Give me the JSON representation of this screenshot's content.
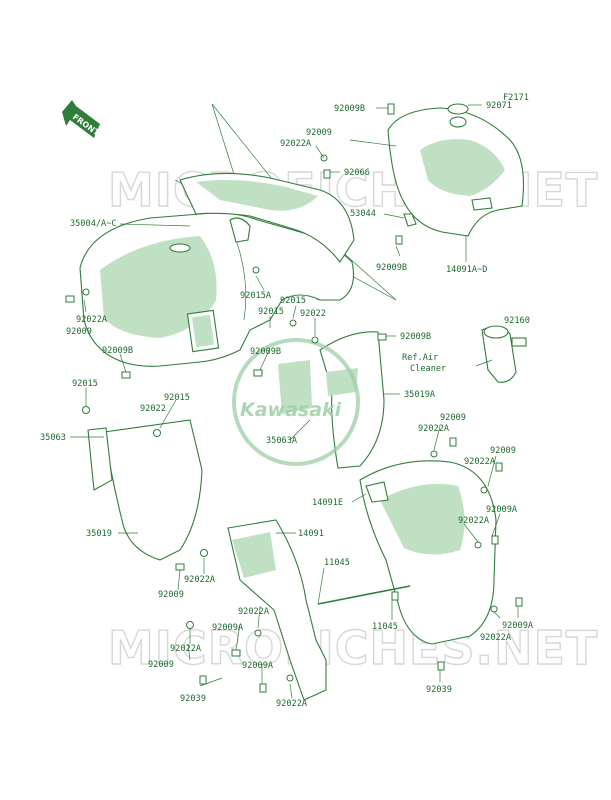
{
  "figure_code": "F2171",
  "front_label": "FRONT",
  "logo_text": "Kawasaki",
  "watermark": "MICROFICHES.NET",
  "colors": {
    "accent": "#2f7d3a",
    "fill": "#bfe0c3"
  },
  "labels": [
    {
      "id": "92009B_top",
      "text": "92009B"
    },
    {
      "id": "92071",
      "text": "92071"
    },
    {
      "id": "92009_a",
      "text": "92009"
    },
    {
      "id": "92022A_a",
      "text": "92022A"
    },
    {
      "id": "92066",
      "text": "92066"
    },
    {
      "id": "53044",
      "text": "53044"
    },
    {
      "id": "35004",
      "text": "35004/A~C"
    },
    {
      "id": "92009B_b",
      "text": "92009B"
    },
    {
      "id": "14091A",
      "text": "14091A~D"
    },
    {
      "id": "92022A_b",
      "text": "92022A"
    },
    {
      "id": "92009_b",
      "text": "92009"
    },
    {
      "id": "92015A",
      "text": "92015A"
    },
    {
      "id": "92015_a",
      "text": "92015"
    },
    {
      "id": "92015_b",
      "text": "92015"
    },
    {
      "id": "92022_a",
      "text": "92022"
    },
    {
      "id": "92009B_c",
      "text": "92009B"
    },
    {
      "id": "92160",
      "text": "92160"
    },
    {
      "id": "92009B_d",
      "text": "92009B"
    },
    {
      "id": "92009B_e",
      "text": "92009B"
    },
    {
      "id": "ref_air_1",
      "text": "Ref.Air"
    },
    {
      "id": "ref_air_2",
      "text": "Cleaner"
    },
    {
      "id": "92015_c",
      "text": "92015"
    },
    {
      "id": "92015_d",
      "text": "92015"
    },
    {
      "id": "92022_b",
      "text": "92022"
    },
    {
      "id": "35019A",
      "text": "35019A"
    },
    {
      "id": "35063",
      "text": "35063"
    },
    {
      "id": "35063A",
      "text": "35063A"
    },
    {
      "id": "92009_c",
      "text": "92009"
    },
    {
      "id": "92022A_c",
      "text": "92022A"
    },
    {
      "id": "92009_d",
      "text": "92009"
    },
    {
      "id": "92022A_d",
      "text": "92022A"
    },
    {
      "id": "14091E",
      "text": "14091E"
    },
    {
      "id": "92009A_a",
      "text": "92009A"
    },
    {
      "id": "92022A_e",
      "text": "92022A"
    },
    {
      "id": "35019",
      "text": "35019"
    },
    {
      "id": "14091",
      "text": "14091"
    },
    {
      "id": "92022A_f",
      "text": "92022A"
    },
    {
      "id": "92009_e",
      "text": "92009"
    },
    {
      "id": "11045_a",
      "text": "11045"
    },
    {
      "id": "11045_b",
      "text": "11045"
    },
    {
      "id": "92022A_g",
      "text": "92022A"
    },
    {
      "id": "92009A_b",
      "text": "92009A"
    },
    {
      "id": "92009A_c",
      "text": "92009A"
    },
    {
      "id": "92022A_h",
      "text": "92022A"
    },
    {
      "id": "92022A_i",
      "text": "92022A"
    },
    {
      "id": "92009_f",
      "text": "92009"
    },
    {
      "id": "92009A_d",
      "text": "92009A"
    },
    {
      "id": "92039_a",
      "text": "92039"
    },
    {
      "id": "92022A_j",
      "text": "92022A"
    },
    {
      "id": "92039_b",
      "text": "92039"
    }
  ]
}
